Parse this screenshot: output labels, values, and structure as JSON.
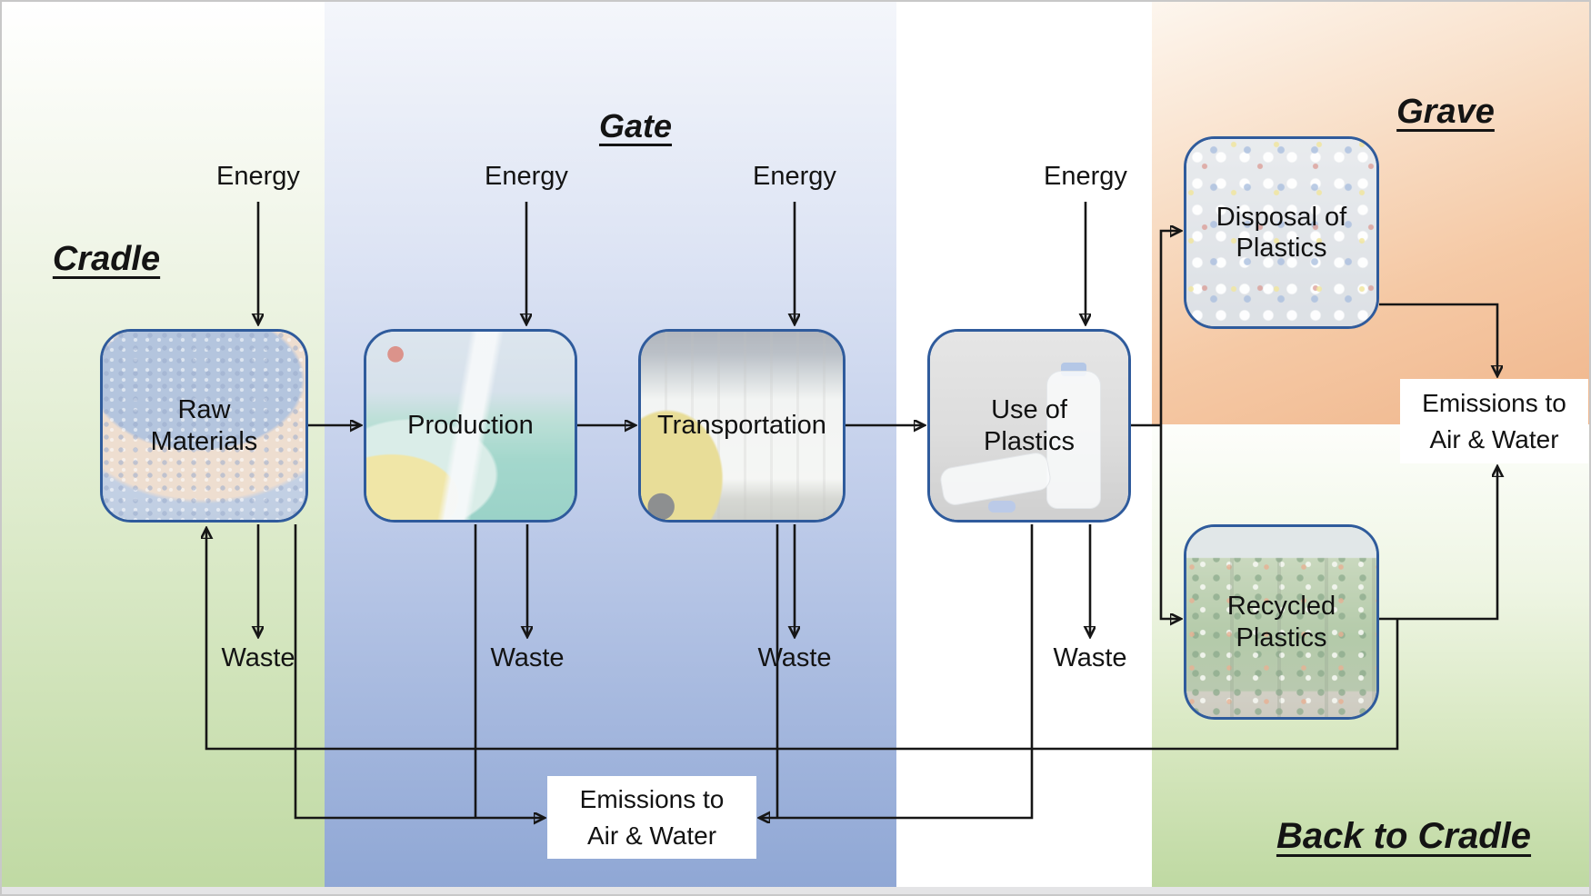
{
  "headings": {
    "cradle": "Cradle",
    "gate": "Gate",
    "grave": "Grave",
    "back_to_cradle": "Back to Cradle"
  },
  "flow_labels": {
    "energy": "Energy",
    "waste": "Waste"
  },
  "stages": [
    {
      "label": "Raw Materials",
      "image": "hand-holding-blue-plastic-pellets"
    },
    {
      "label": "Production",
      "image": "bottle-production-line"
    },
    {
      "label": "Transportation",
      "image": "warehouse-forklift-white-sacks"
    },
    {
      "label": "Use of Plastics",
      "image": "clear-water-bottles"
    },
    {
      "label": "Disposal of Plastics",
      "image": "pile-of-discarded-plastic-bottles"
    },
    {
      "label": "Recycled Plastics",
      "image": "baled-recycled-plastics"
    }
  ],
  "emissions_box_bottom": {
    "line1": "Emissions to",
    "line2": "Air & Water"
  },
  "emissions_box_right": {
    "line1": "Emissions to",
    "line2": "Air & Water"
  },
  "colors": {
    "box_border": "#2f5b9c",
    "connector_line": "#161616",
    "cradle_band_green": "#bfd9a2",
    "gate_band_blue": "#8ea6d4",
    "use_band_white": "#ffffff",
    "grave_band_orange": "#f0b68c",
    "back_band_green": "#bdd8a0",
    "emissions_box_bg": "#ffffff",
    "text": "#141414"
  }
}
